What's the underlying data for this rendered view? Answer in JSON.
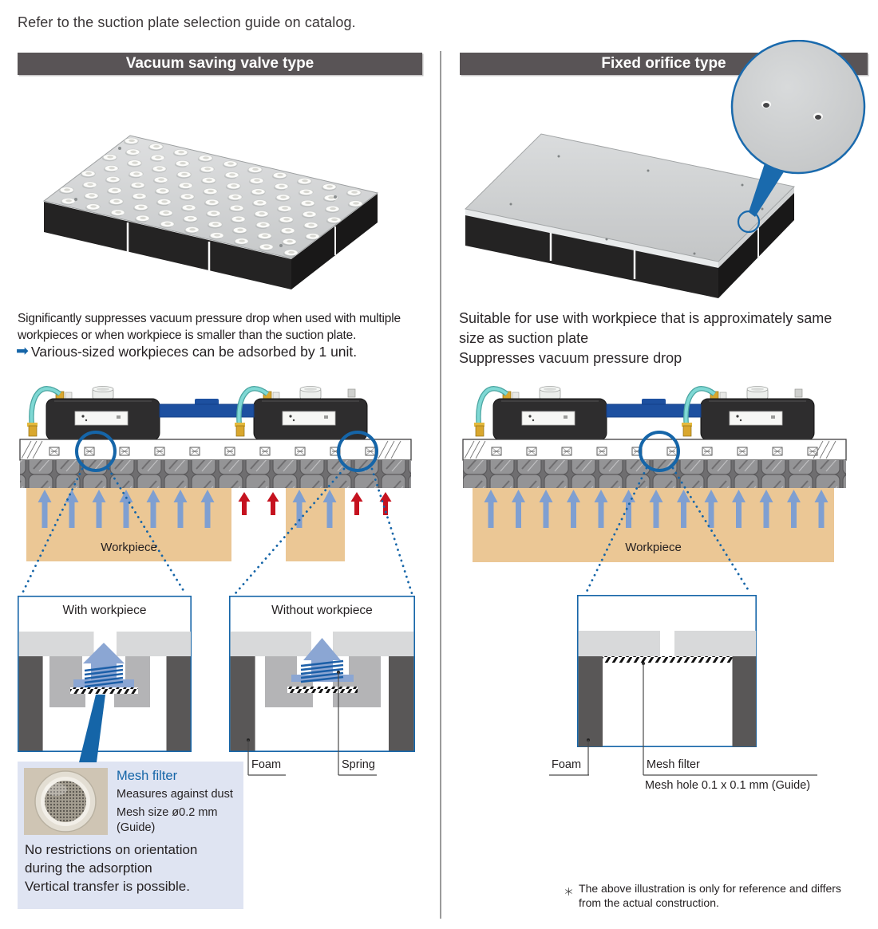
{
  "intro": "Refer to the suction plate selection guide on catalog.",
  "left": {
    "header": "Vacuum saving valve type",
    "desc_line1": "Significantly suppresses vacuum pressure drop when used with multiple",
    "desc_line2": "workpieces or when workpiece is smaller than the suction plate.",
    "highlight_arrow": "➡",
    "highlight_text": "Various-sized workpieces can be adsorbed by 1 unit.",
    "workpiece_label": "Workpiece",
    "detail_with_title": "With workpiece",
    "detail_without_title": "Without workpiece",
    "foam_label": "Foam",
    "spring_label": "Spring",
    "info_box": {
      "title": "Mesh filter",
      "line1": "Measures against dust",
      "line2": "Mesh size ø0.2 mm",
      "line3": "(Guide)",
      "note1": "No restrictions on orientation",
      "note2": "during the adsorption",
      "note3": "Vertical transfer is possible."
    }
  },
  "right": {
    "header": "Fixed orifice type",
    "desc_line1": "Suitable for use with workpiece that is approximately same",
    "desc_line2": "size as suction plate",
    "desc_line3": "Suppresses vacuum pressure drop",
    "workpiece_label": "Workpiece",
    "foam_label": "Foam",
    "mesh_filter_label": "Mesh filter",
    "mesh_hole_label": "Mesh hole 0.1 x 0.1 mm (Guide)"
  },
  "footnote": {
    "marker": "＊",
    "line1": "The above illustration is only for reference and differs",
    "line2": "from the actual construction."
  },
  "colors": {
    "accent_blue": "#1565a8",
    "header_bar": "#595456",
    "workpiece_tan": "#ebc795",
    "suction_arrow_blue": "#7f9fd1",
    "leak_arrow_red": "#c5121f",
    "info_box_bg": "#dfe4f2"
  }
}
